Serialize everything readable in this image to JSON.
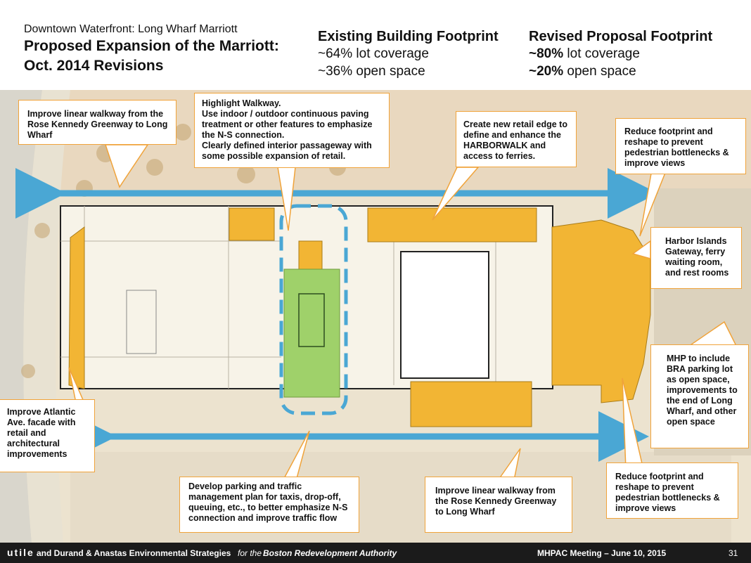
{
  "header": {
    "subtitle": "Downtown Waterfront: Long Wharf Marriott",
    "title_line1": "Proposed Expansion of the Marriott:",
    "title_line2": "Oct. 2014 Revisions"
  },
  "existing_footprint": {
    "heading": "Existing Building Footprint",
    "coverage": "~64% lot coverage",
    "open_space": "~36% open space"
  },
  "revised_footprint": {
    "heading": "Revised Proposal Footprint",
    "coverage_value": "~80%",
    "coverage_text": " lot coverage",
    "open_value": "~20%",
    "open_text": " open space"
  },
  "callouts": {
    "walkway_top": "Improve linear walkway from the Rose Kennedy Greenway to Long Wharf",
    "highlight": "Highlight Walkway.\nUse indoor / outdoor continuous paving treatment or other features to emphasize the N-S connection.\nClearly defined interior passageway with some possible expansion of retail.",
    "retail_edge": "Create new retail edge to define and enhance the HARBORWALK and access to ferries.",
    "reduce_top": "Reduce footprint and reshape to prevent pedestrian bottlenecks & improve views",
    "harbor_islands": "Harbor Islands Gateway, ferry waiting room, and rest rooms",
    "mhp": "MHP to include BRA parking lot as open space, improvements to the end of Long Wharf, and other open space",
    "atlantic": "Improve Atlantic Ave. facade with retail and architectural improvements",
    "parking": "Develop parking and traffic management plan for taxis, drop-off, queuing, etc., to better emphasize N-S connection and improve traffic flow",
    "walkway_bottom": "Improve linear walkway from the Rose Kennedy Greenway to Long Wharf",
    "reduce_bottom": "Reduce footprint and reshape to prevent pedestrian bottlenecks & improve views"
  },
  "footer": {
    "logo": "utile",
    "credit": "and Durand & Anastas Environmental Strategies",
    "for": "for the",
    "client": "Boston Redevelopment Authority",
    "meeting": "MHPAC Meeting  – June 10, 2015",
    "page": "31"
  },
  "colors": {
    "expansion": "#f2b534",
    "arrow": "#4aa7d4",
    "callout_border": "#f0a33a",
    "walkway_green": "#9fd16a",
    "footer_bg": "#1b1b1b"
  }
}
